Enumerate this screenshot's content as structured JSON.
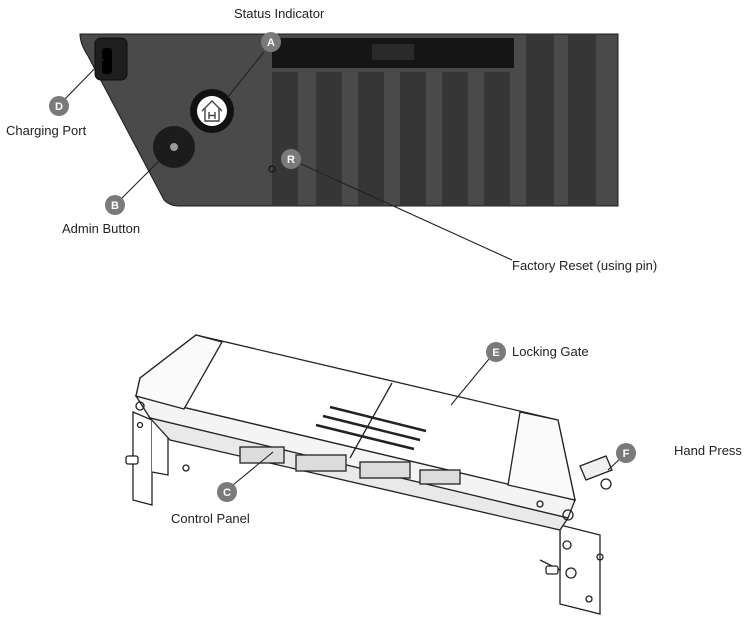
{
  "panel_view": {
    "status_indicator": {
      "marker": "A",
      "label": "Status Indicator"
    },
    "admin_button": {
      "marker": "B",
      "label": "Admin Button"
    },
    "charging_port": {
      "marker": "D",
      "label": "Charging Port"
    },
    "factory_reset": {
      "marker": "R",
      "label": "Factory Reset (using pin)"
    },
    "status_icon": "house-h-icon"
  },
  "device_view": {
    "locking_gate": {
      "marker": "E",
      "label": "Locking Gate"
    },
    "hand_press": {
      "marker": "F",
      "label": "Hand Press"
    },
    "control_panel": {
      "marker": "C",
      "label": "Control Panel"
    }
  },
  "colors": {
    "panel_body": "#4a4a4a",
    "panel_stripe": "#383838",
    "marker_fill": "#7a7a7a",
    "line": "#222222"
  }
}
